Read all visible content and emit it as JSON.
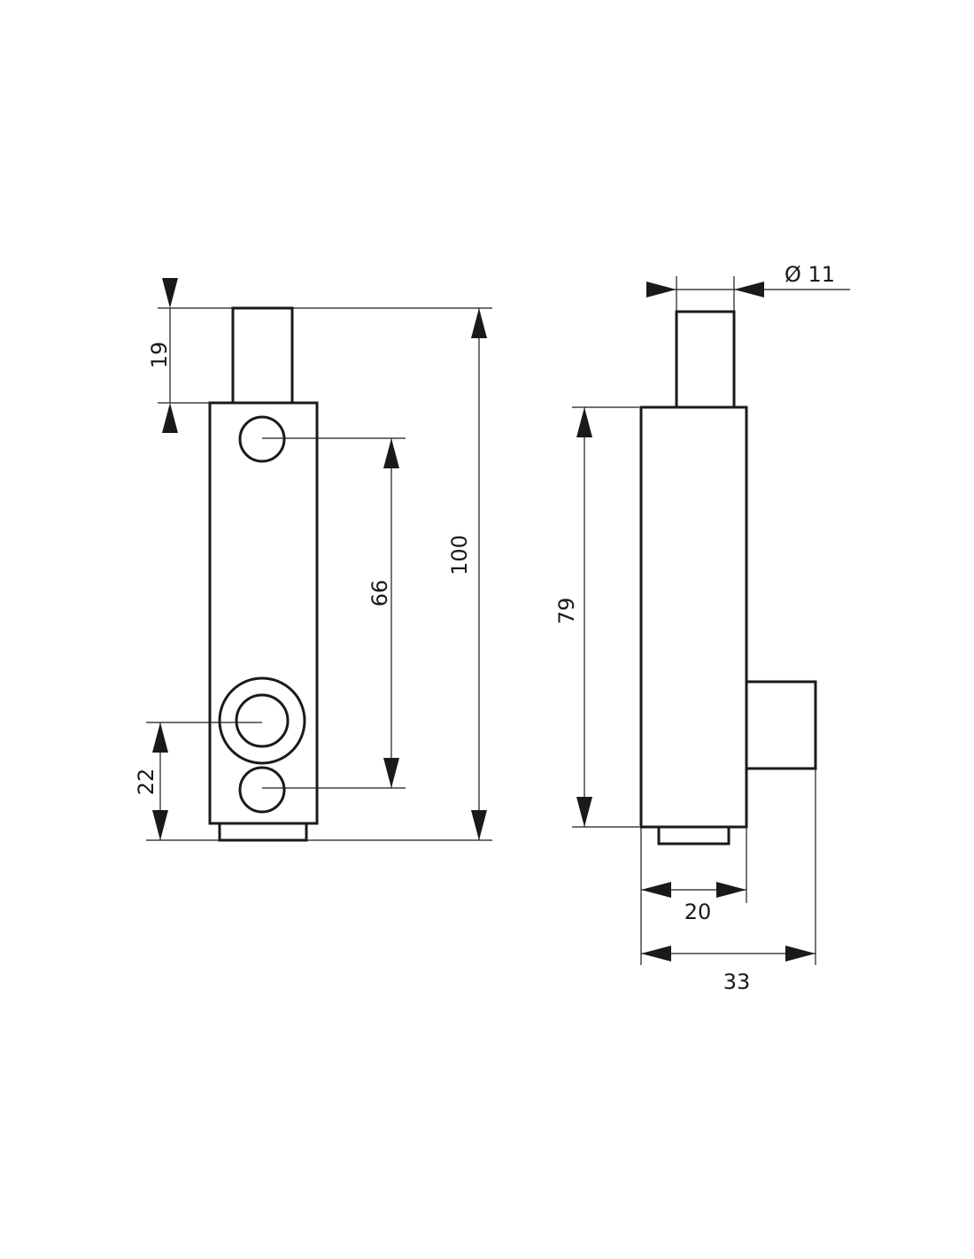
{
  "dimensions": {
    "pin_length": "19",
    "overall_height": "100",
    "hole_spacing": "66",
    "bottom_hole_offset": "22",
    "pin_diameter": "Ø 11",
    "body_height": "79",
    "body_depth": "20",
    "total_depth": "33"
  }
}
